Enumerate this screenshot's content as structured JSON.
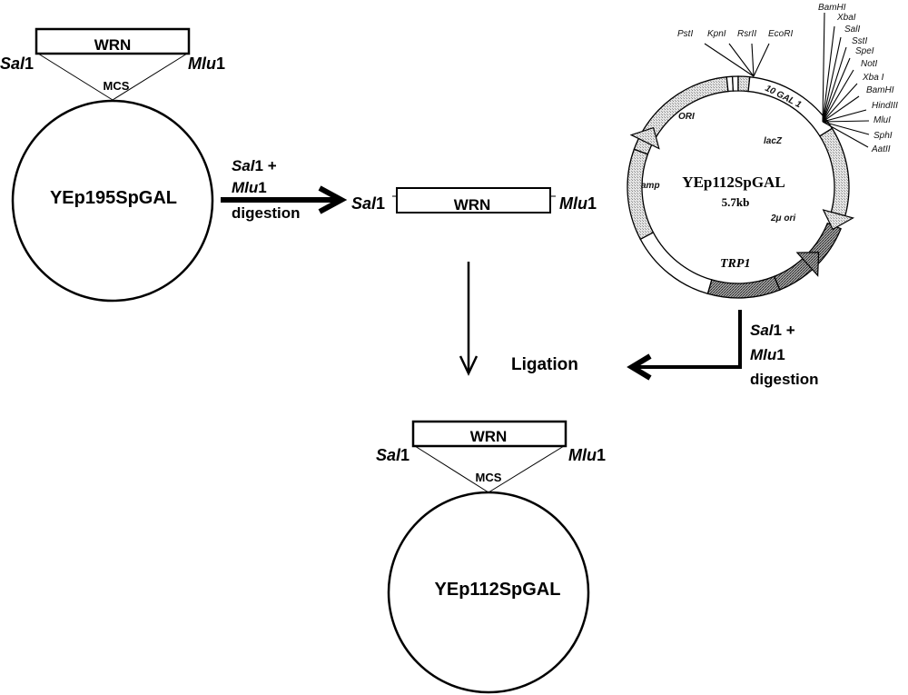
{
  "colors": {
    "ink": "#000000",
    "background": "#ffffff",
    "light_hatch": "#d6d6d6",
    "dark_hatch": "#7a7a7a"
  },
  "source_plasmid": {
    "name": "YEp195SpGAL",
    "insert": "WRN",
    "mcs_label": "MCS",
    "left_site_italic": "Sal",
    "left_site_suffix": "1",
    "right_site_italic": "Mlu",
    "right_site_suffix": "1"
  },
  "step1": {
    "enzyme1_italic": "Sal",
    "enzyme1_suffix": "1 +",
    "enzyme2_italic": "Mlu",
    "enzyme2_suffix": "1",
    "action": "digestion"
  },
  "fragment": {
    "insert": "WRN",
    "left_site_italic": "Sal",
    "left_site_suffix": "1",
    "right_site_italic": "Mlu",
    "right_site_suffix": "1"
  },
  "vector_map": {
    "name": "YEp112SpGAL",
    "size": "5.7kb",
    "features": {
      "ori": "ORI",
      "amp": "amp",
      "lacz": "lacZ",
      "two_micron": "2μ ori",
      "trp1": "TRP1",
      "gal_promoter": "10 GAL 1"
    },
    "top_sites": [
      "PstI",
      "KpnI",
      "RsrII",
      "EcoRI"
    ],
    "mcs_sites": [
      "BamHI",
      "XbaI",
      "SalI",
      "SstI",
      "SpeI",
      "NotI",
      "Xba I",
      "BamHI",
      "HindIII",
      "MluI",
      "SphI",
      "AatII"
    ]
  },
  "step2": {
    "enzyme1_italic": "Sal",
    "enzyme1_suffix": "1 +",
    "enzyme2_italic": "Mlu",
    "enzyme2_suffix": "1",
    "action": "digestion"
  },
  "ligation_label": "Ligation",
  "product_plasmid": {
    "name": "YEp112SpGAL",
    "insert": "WRN",
    "mcs_label": "MCS",
    "left_site_italic": "Sal",
    "left_site_suffix": "1",
    "right_site_italic": "Mlu",
    "right_site_suffix": "1"
  }
}
